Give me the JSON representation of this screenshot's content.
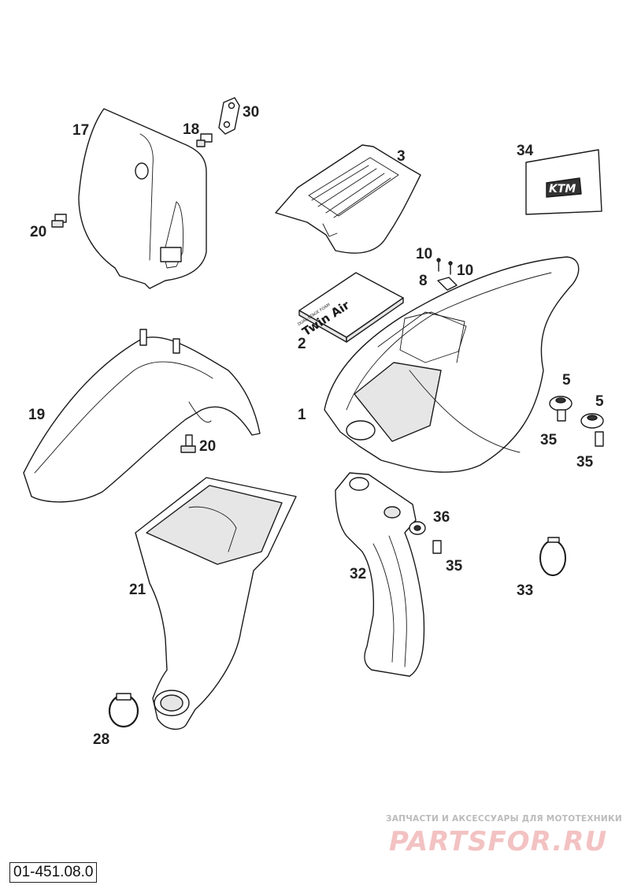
{
  "diagram": {
    "code": "01-451.08.0",
    "watermark": {
      "caption": "ЗАПЧАСТИ И АКСЕССУАРЫ ДЛЯ МОТОТЕХНИКИ",
      "logo": "PARTSFOR.RU"
    },
    "kit_text": "Twin Air",
    "kit_subtext": "DUAL-STAGE FOAM",
    "logo_text": "KTM",
    "callouts": [
      {
        "id": "c1",
        "label": "1"
      },
      {
        "id": "c2",
        "label": "2"
      },
      {
        "id": "c3",
        "label": "3"
      },
      {
        "id": "c5a",
        "label": "5"
      },
      {
        "id": "c5b",
        "label": "5"
      },
      {
        "id": "c8",
        "label": "8"
      },
      {
        "id": "c10a",
        "label": "10"
      },
      {
        "id": "c10b",
        "label": "10"
      },
      {
        "id": "c17",
        "label": "17"
      },
      {
        "id": "c18",
        "label": "18"
      },
      {
        "id": "c19",
        "label": "19"
      },
      {
        "id": "c20a",
        "label": "20"
      },
      {
        "id": "c20b",
        "label": "20"
      },
      {
        "id": "c21",
        "label": "21"
      },
      {
        "id": "c28",
        "label": "28"
      },
      {
        "id": "c30",
        "label": "30"
      },
      {
        "id": "c32",
        "label": "32"
      },
      {
        "id": "c33",
        "label": "33"
      },
      {
        "id": "c34",
        "label": "34"
      },
      {
        "id": "c35a",
        "label": "35"
      },
      {
        "id": "c35b",
        "label": "35"
      },
      {
        "id": "c35c",
        "label": "35"
      },
      {
        "id": "c36",
        "label": "36"
      }
    ]
  }
}
